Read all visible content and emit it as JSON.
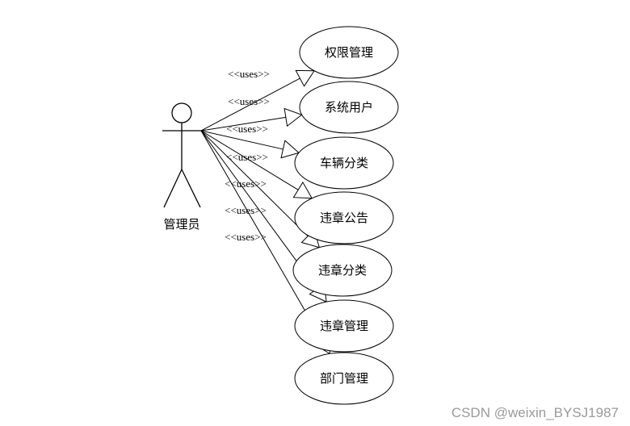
{
  "actor": {
    "label": "管理员"
  },
  "relation_label": "<<uses>>",
  "use_cases": [
    {
      "id": "permission",
      "label": "权限管理"
    },
    {
      "id": "system-user",
      "label": "系统用户"
    },
    {
      "id": "vehicle-category",
      "label": "车辆分类"
    },
    {
      "id": "violation-notice",
      "label": "违章公告"
    },
    {
      "id": "violation-category",
      "label": "违章分类"
    },
    {
      "id": "violation-management",
      "label": "违章管理"
    },
    {
      "id": "department-management",
      "label": "部门管理"
    }
  ],
  "watermark": "CSDN @weixin_BYSJ1987"
}
